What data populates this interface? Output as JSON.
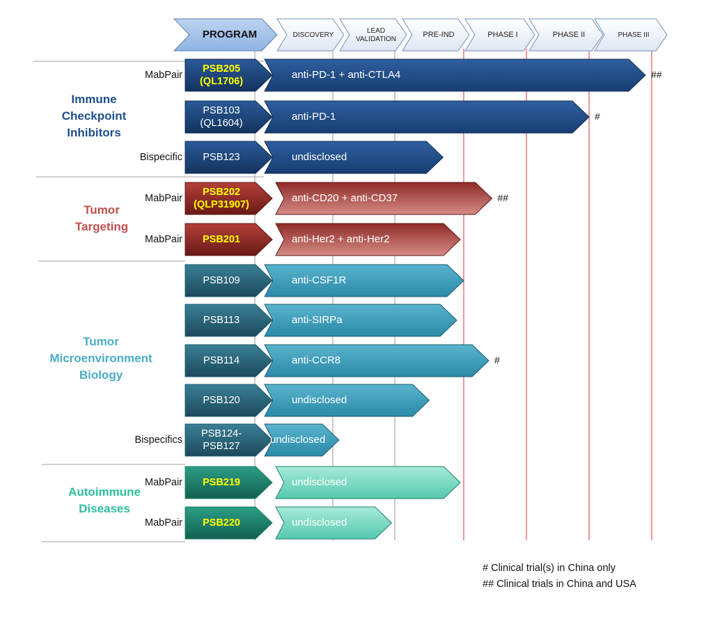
{
  "header": {
    "program": "PROGRAM",
    "stages": [
      [
        "DISCOVERY"
      ],
      [
        "LEAD",
        "VALIDATION"
      ],
      [
        "PRE-IND"
      ],
      [
        "PHASE I"
      ],
      [
        "PHASE II"
      ],
      [
        "PHASE III"
      ]
    ]
  },
  "categories": [
    {
      "key": "ici",
      "label": [
        "Immune",
        "Checkpoint",
        "Inhibitors"
      ],
      "color": "#1f4e8c"
    },
    {
      "key": "tt",
      "label": [
        "Tumor",
        "Targeting"
      ],
      "color": "#c0504d"
    },
    {
      "key": "tme",
      "label": [
        "Tumor",
        "Microenvironment",
        "Biology"
      ],
      "color": "#4bacc6"
    },
    {
      "key": "auto",
      "label": [
        "Autoimmune",
        "Diseases"
      ],
      "color": "#2ebf9a"
    }
  ],
  "programs": [
    {
      "category": "ici",
      "type": "MabPair",
      "name": [
        "PSB205",
        "(QL1706)"
      ],
      "highlight": true,
      "target": "anti-PD-1 + anti-CTLA4",
      "stage_reached": 5.9,
      "note": "##"
    },
    {
      "category": "ici",
      "type": "",
      "name": [
        "PSB103",
        "(QL1604)"
      ],
      "highlight": false,
      "target": "anti-PD-1",
      "stage_reached": 5.0,
      "note": "#"
    },
    {
      "category": "ici",
      "type": "Bispecific",
      "name": [
        "PSB123"
      ],
      "highlight": false,
      "target": "undisclosed",
      "stage_reached": 2.7,
      "note": ""
    },
    {
      "category": "tt",
      "type": "MabPair",
      "name": [
        "PSB202",
        "(QLP31907)"
      ],
      "highlight": true,
      "target": "anti-CD20 + anti-CD37",
      "stage_reached": 3.45,
      "note": "##"
    },
    {
      "category": "tt",
      "type": "MabPair",
      "name": [
        "PSB201"
      ],
      "highlight": true,
      "target": "anti-Her2 + anti-Her2",
      "stage_reached": 2.95,
      "note": ""
    },
    {
      "category": "tme",
      "type": "",
      "name": [
        "PSB109"
      ],
      "highlight": false,
      "target": "anti-CSF1R",
      "stage_reached": 3.0,
      "note": ""
    },
    {
      "category": "tme",
      "type": "",
      "name": [
        "PSB113"
      ],
      "highlight": false,
      "target": "anti-SIRPa",
      "stage_reached": 2.9,
      "note": ""
    },
    {
      "category": "tme",
      "type": "",
      "name": [
        "PSB114"
      ],
      "highlight": false,
      "target": "anti-CCR8",
      "stage_reached": 3.4,
      "note": "#"
    },
    {
      "category": "tme",
      "type": "",
      "name": [
        "PSB120"
      ],
      "highlight": false,
      "target": "undisclosed",
      "stage_reached": 2.5,
      "note": ""
    },
    {
      "category": "tme",
      "type": "Bispecifics",
      "name": [
        "PSB124-",
        "PSB127"
      ],
      "highlight": false,
      "target": "undisclosed",
      "stage_reached": 1.1,
      "note": ""
    },
    {
      "category": "auto",
      "type": "MabPair",
      "name": [
        "PSB219"
      ],
      "highlight": true,
      "target": "undisclosed",
      "stage_reached": 2.95,
      "note": ""
    },
    {
      "category": "auto",
      "type": "MabPair",
      "name": [
        "PSB220"
      ],
      "highlight": true,
      "target": "undisclosed",
      "stage_reached": 1.95,
      "note": ""
    }
  ],
  "footnotes": [
    "# Clinical trial(s) in China only",
    "## Clinical trials in China and USA"
  ]
}
